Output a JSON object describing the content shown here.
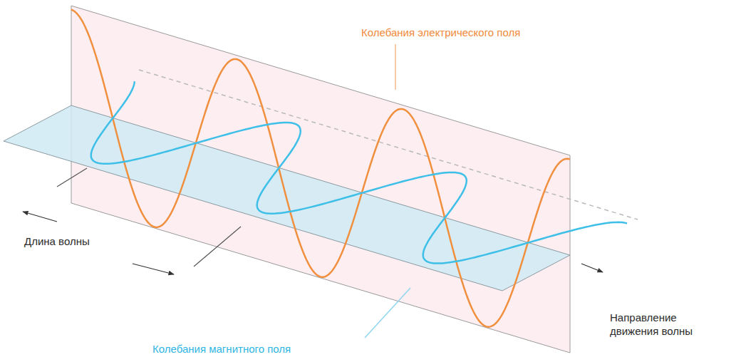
{
  "diagram": {
    "labels": [
      "Колебания электрического поля",
      "Длина волны",
      "Колебания магнитного поля",
      "Направление движения волны"
    ]
  }
}
